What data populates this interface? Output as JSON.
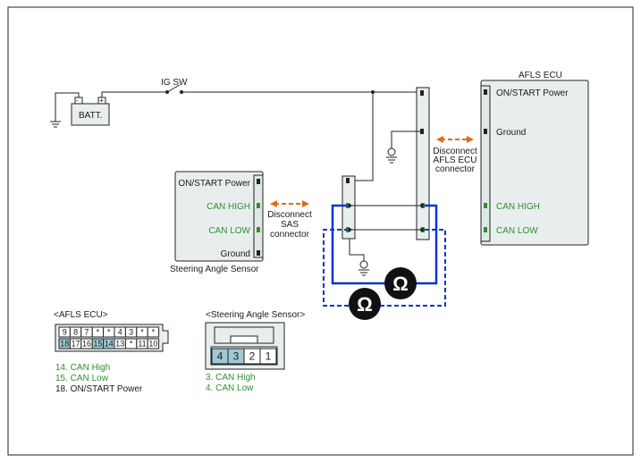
{
  "batt_label": "BATT.",
  "ig_sw_label": "IG SW",
  "afls_ecu": {
    "title": "AFLS ECU",
    "pins": [
      "ON/START Power",
      "Ground",
      "CAN HIGH",
      "CAN LOW"
    ]
  },
  "sas": {
    "caption": "Steering Angle Sensor",
    "pins": [
      "ON/START Power",
      "CAN HIGH",
      "CAN LOW",
      "Ground"
    ]
  },
  "disconnect_sas": [
    "Disconnect",
    "SAS",
    "connector"
  ],
  "disconnect_afls": [
    "Disconnect",
    "AFLS ECU",
    "connector"
  ],
  "ohm_symbol": "Ω",
  "afls_connector": {
    "title": "<AFLS ECU>",
    "row1": [
      "9",
      "8",
      "7",
      "*",
      "*",
      "4",
      "3",
      "*",
      "*"
    ],
    "row2": [
      "18",
      "17",
      "16",
      "15",
      "14",
      "13",
      "*",
      "11",
      "10"
    ],
    "legend": [
      {
        "text": "14. CAN High",
        "color": "#2f8f2f"
      },
      {
        "text": "15. CAN Low",
        "color": "#2f8f2f"
      },
      {
        "text": "18. ON/START Power",
        "color": "#1a1a1a"
      }
    ]
  },
  "sas_connector": {
    "title": "<Steering Angle Sensor>",
    "pins": [
      "4",
      "3",
      "2",
      "1"
    ],
    "legend": [
      {
        "text": "3. CAN High",
        "color": "#2f8f2f"
      },
      {
        "text": "4. CAN Low",
        "color": "#2f8f2f"
      }
    ]
  },
  "colors": {
    "box_fill": "#e8eeee",
    "connector_fill": "#dfe7e7",
    "pin_highlight": "#9fc9d6",
    "measure_blue": "#1133cc",
    "arrow_orange": "#e06a1a",
    "green_text": "#2f8f2f"
  }
}
